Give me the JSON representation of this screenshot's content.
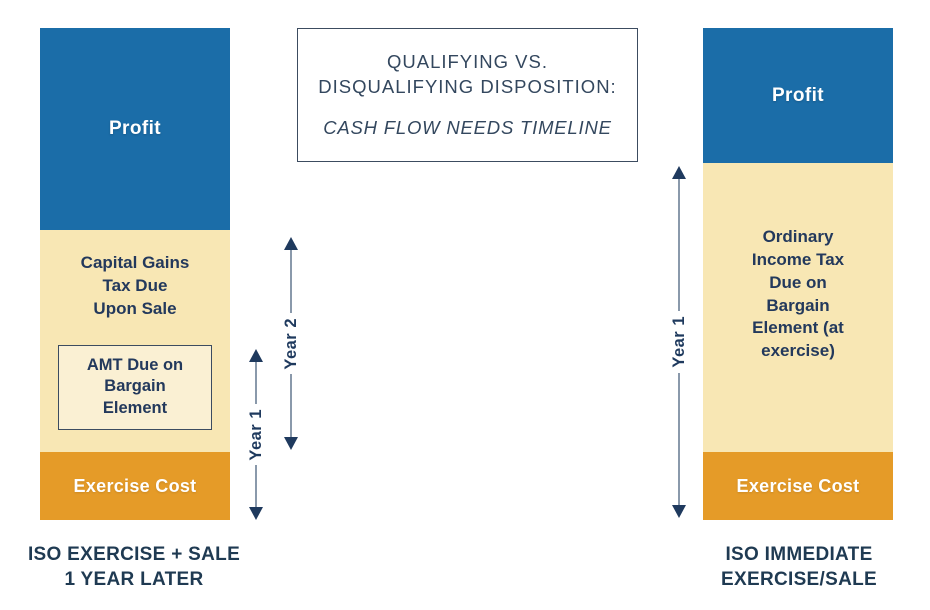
{
  "title": {
    "line1": "QUALIFYING VS.",
    "line2": "DISQUALIFYING DISPOSITION:",
    "subtitle": "CASH FLOW NEEDS TIMELINE"
  },
  "left_bar": {
    "profit_label": "Profit",
    "capital_gains_label": "Capital Gains\nTax Due\nUpon Sale",
    "amt_label": "AMT Due on\nBargain\nElement",
    "exercise_label": "Exercise Cost",
    "caption": "ISO EXERCISE + SALE\n1 YEAR LATER"
  },
  "right_bar": {
    "profit_label": "Profit",
    "ordinary_income_label": "Ordinary\nIncome Tax\nDue on\nBargain\nElement (at\nexercise)",
    "exercise_label": "Exercise Cost",
    "caption": "ISO IMMEDIATE\nEXERCISE/SALE"
  },
  "timeline_arrows": {
    "left_year1_label": "Year 1",
    "left_year2_label": "Year 2",
    "right_year1_label": "Year 1"
  },
  "colors": {
    "profit_blue": "#1b6da8",
    "tax_cream": "#f8e7b4",
    "amt_box_fill": "#faf0d3",
    "exercise_orange": "#e59b28",
    "navy_text": "#23395c",
    "arrow_line_gray": "#8a99ab",
    "arrowhead_navy": "#1f3a5e"
  }
}
